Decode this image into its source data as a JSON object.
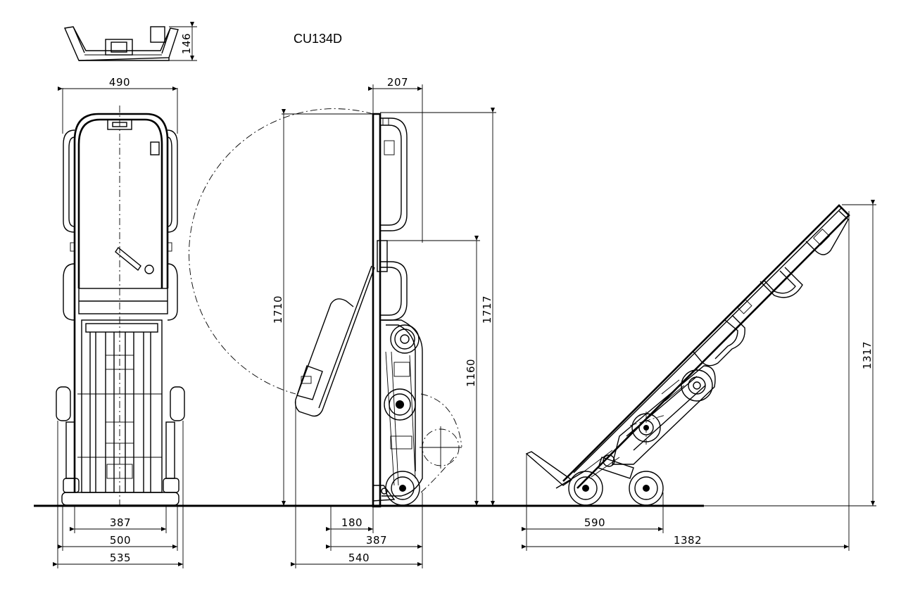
{
  "title": "CU134D",
  "dimensions": {
    "top_view_height": "146",
    "front_width_top": "490",
    "front_wheel_track": "387",
    "front_base_width": "500",
    "front_overall_width": "535",
    "side_depth_top": "207",
    "side_height": "1710",
    "side_height_overall": "1717",
    "side_handle_height": "1160",
    "side_toe_plate": "180",
    "side_depth_base": "387",
    "side_overall_depth": "540",
    "tilted_wheel_span": "590",
    "tilted_length": "1382",
    "tilted_height": "1317"
  }
}
